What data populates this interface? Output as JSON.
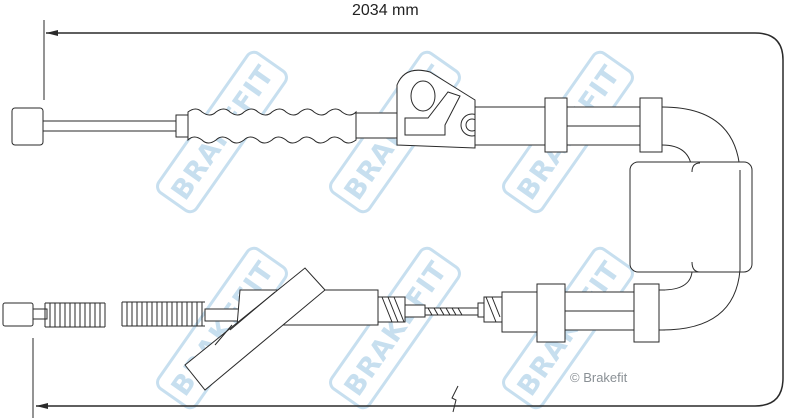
{
  "dimension": {
    "length_label": "2034 mm"
  },
  "copyright": "© Brakefit",
  "watermark": {
    "text": "BRAKEFIT",
    "color": "#c7dfef"
  },
  "colors": {
    "line": "#2a2a2a"
  }
}
